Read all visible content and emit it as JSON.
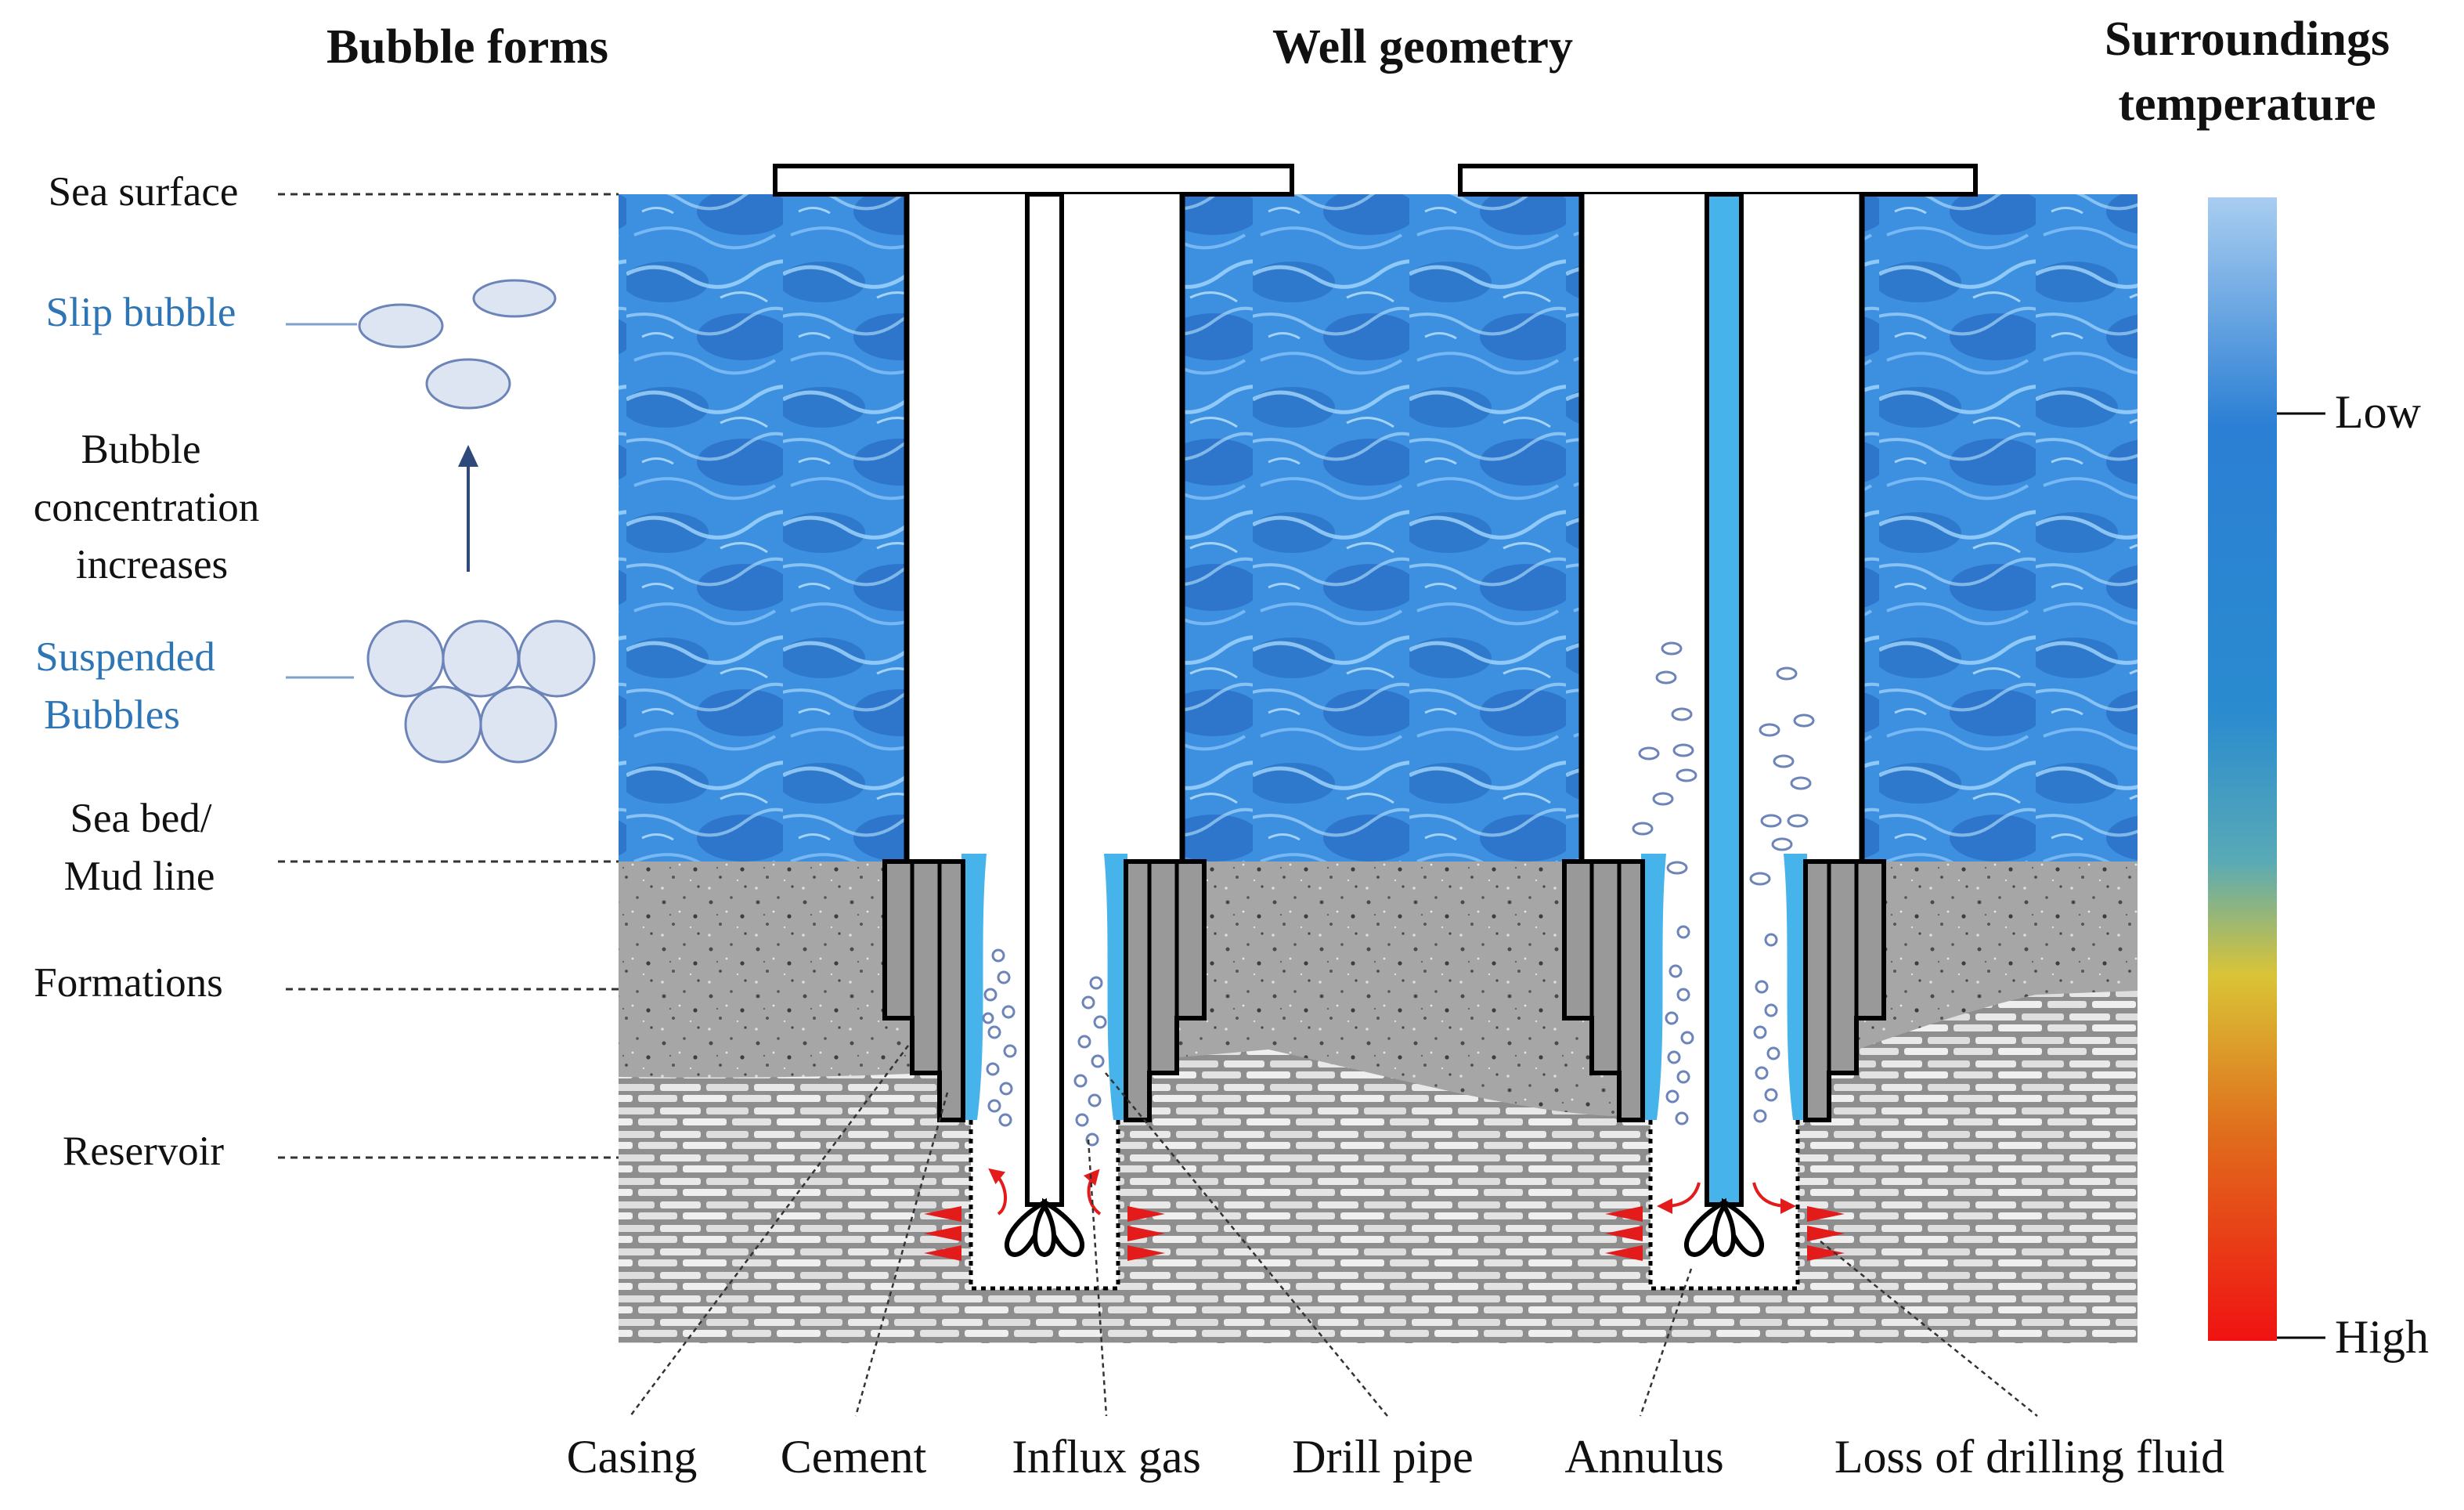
{
  "headers": {
    "bubble_forms": "Bubble forms",
    "well_geometry": "Well geometry",
    "surroundings_line1": "Surroundings",
    "surroundings_line2": "temperature"
  },
  "left_labels": {
    "sea_surface": "Sea surface",
    "slip_bubble": "Slip bubble",
    "bubble_conc_1": "Bubble",
    "bubble_conc_2": "concentration",
    "bubble_conc_3": "increases",
    "suspended_1": "Suspended",
    "suspended_2": "Bubbles",
    "sea_bed_1": "Sea bed/",
    "sea_bed_2": "Mud line",
    "formations": "Formations",
    "reservoir": "Reservoir"
  },
  "bottom_labels": {
    "casing": "Casing",
    "cement": "Cement",
    "influx_gas": "Influx gas",
    "drill_pipe": "Drill pipe",
    "annulus": "Annulus",
    "loss_fluid": "Loss of drilling fluid"
  },
  "temperature_scale": {
    "low": "Low",
    "high": "High"
  },
  "colors": {
    "text_blue": "#2e75b6",
    "cement_blue": "#46b4ea",
    "bubble_fill": "#dde4f2",
    "bubble_stroke": "#6c84b8",
    "casing_gray": "#999999",
    "red": "#e31b1b",
    "gradient": [
      "#a9cdf0",
      "#2b7fd4",
      "#2a8bcf",
      "#58aab6",
      "#d9c436",
      "#e06c1c",
      "#f01212"
    ]
  }
}
